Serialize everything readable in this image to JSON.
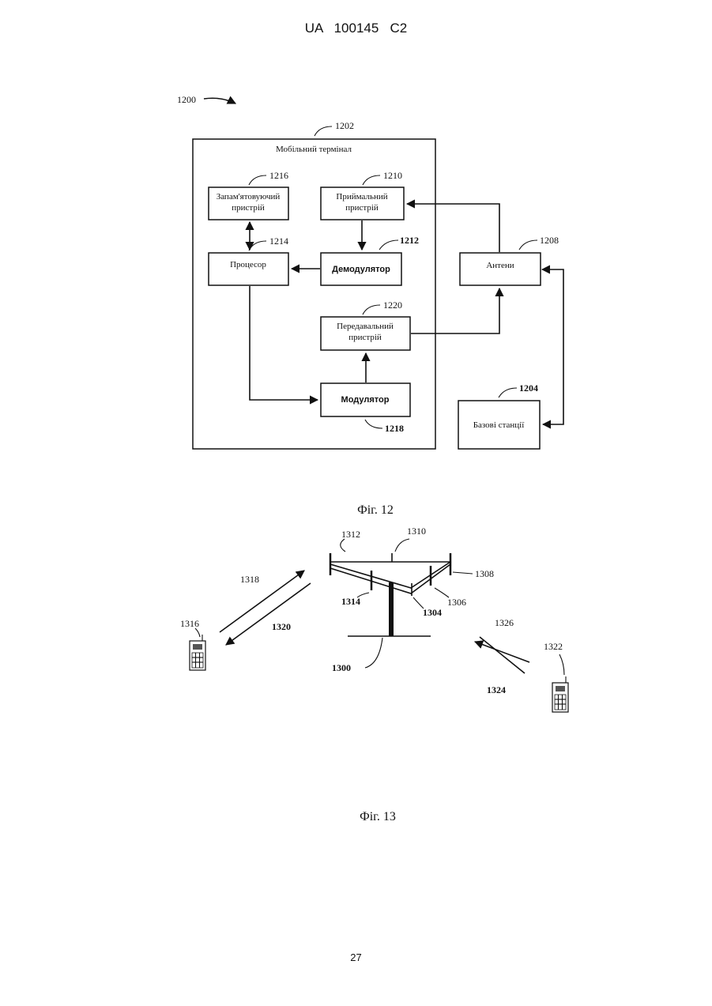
{
  "header": {
    "doc_number": "UA   100145   C2"
  },
  "page_number": "27",
  "fig12": {
    "caption": "Фіг. 12",
    "ref_system": "1200",
    "mobile_terminal": {
      "ref": "1202",
      "label": "Мобільний термінал"
    },
    "memory": {
      "ref": "1216",
      "label_1": "Запам'ятовуючий",
      "label_2": "пристрій"
    },
    "receiver": {
      "ref": "1210",
      "label_1": "Приймальний",
      "label_2": "пристрій"
    },
    "processor": {
      "ref": "1214",
      "label": "Процесор"
    },
    "demodulator": {
      "ref": "1212",
      "label": "Демодулятор"
    },
    "transmitter": {
      "ref": "1220",
      "label_1": "Передавальний",
      "label_2": "пристрій"
    },
    "modulator": {
      "ref": "1218",
      "label": "Модулятор"
    },
    "antennas": {
      "ref": "1208",
      "label": "Антени"
    },
    "base_stations": {
      "ref": "1204",
      "label": "Базові станції"
    }
  },
  "fig13": {
    "caption": "Фіг. 13",
    "refs": {
      "tower": "1300",
      "r1304": "1304",
      "r1306": "1306",
      "r1308": "1308",
      "r1310": "1310",
      "r1312": "1312",
      "r1314": "1314",
      "mobile_left": "1316",
      "forward_left": "1318",
      "reverse_left": "1320",
      "mobile_right": "1322",
      "reverse_right": "1324",
      "forward_right": "1326"
    }
  }
}
